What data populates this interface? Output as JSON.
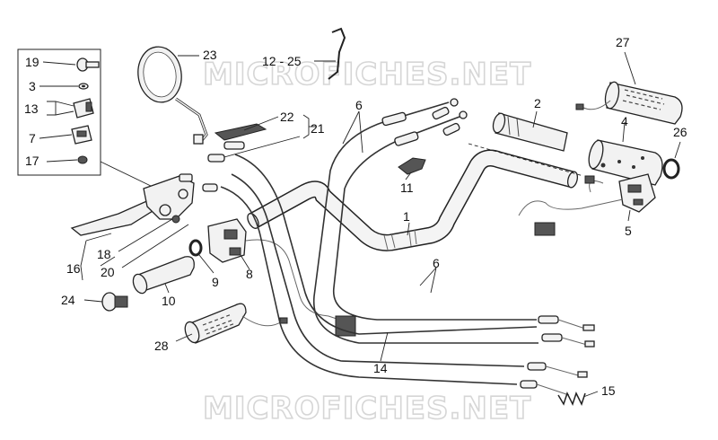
{
  "watermark": {
    "top": "MICROFICHES.NET",
    "bottom": "MICROFICHES.NET"
  },
  "callouts": {
    "c1": "1",
    "c2": "2",
    "c3": "3",
    "c4": "4",
    "c5": "5",
    "c6a": "6",
    "c6b": "6",
    "c7": "7",
    "c8": "8",
    "c9": "9",
    "c10": "10",
    "c11": "11",
    "c12_25": "12 - 25",
    "c13": "13",
    "c14": "14",
    "c15": "15",
    "c16": "16",
    "c17": "17",
    "c18": "18",
    "c19": "19",
    "c20": "20",
    "c21": "21",
    "c22": "22",
    "c23": "23",
    "c24": "24",
    "c26": "26",
    "c27": "27",
    "c28": "28"
  }
}
